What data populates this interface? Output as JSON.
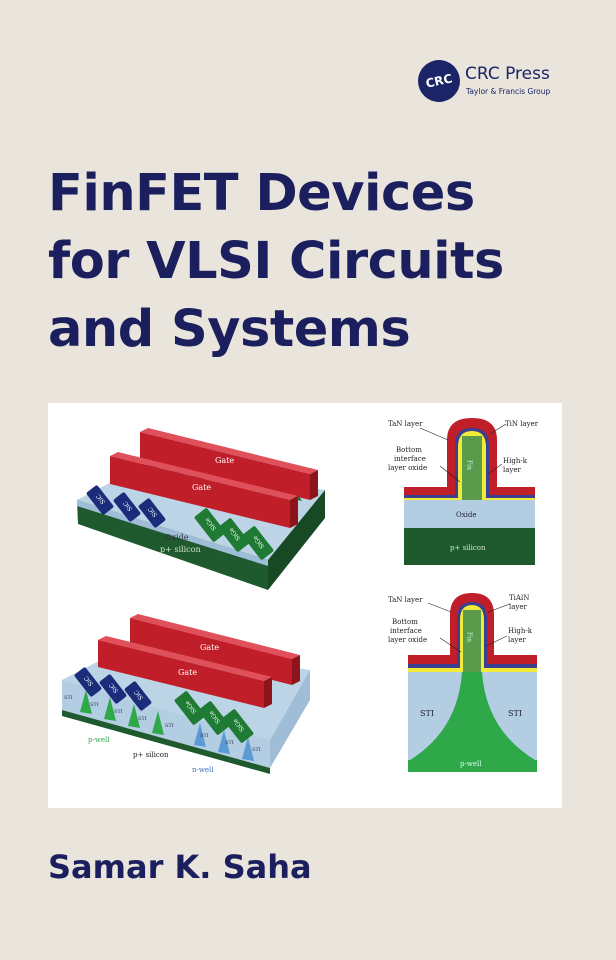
{
  "publisher": {
    "logo_mark": "CRC",
    "name": "CRC Press",
    "group": "Taylor & Francis Group"
  },
  "title": {
    "line1": "FinFET Devices",
    "line2": "for VLSI Circuits",
    "line3": "and Systems"
  },
  "author": "Samar K. Saha",
  "colors": {
    "background": "#e9e5dc",
    "title": "#1b1f5e",
    "gate_red": "#c01f2a",
    "oxide_blue": "#b3cde3",
    "silicon_green": "#1f5a2e",
    "well_green": "#2fa84a",
    "fin_blue": "#1b2c7a"
  },
  "illustration": {
    "soi_3d": {
      "gate_back": "Gate",
      "gate_front": "Gate",
      "source_drain_n": "SiC",
      "source_drain_p": "SiGe",
      "oxide": "Oxide",
      "substrate": "p+ silicon"
    },
    "bulk_3d": {
      "gate_back": "Gate",
      "gate_front": "Gate",
      "source_drain_n": "SiC",
      "source_drain_p": "SiGe",
      "isolation": "STI",
      "p_well": "p-well",
      "substrate": "p+ silicon",
      "n_well": "n-well"
    },
    "soi_section": {
      "tan": "TaN layer",
      "tin": "TiN layer",
      "bottom1": "Bottom",
      "bottom2": "interface",
      "bottom3": "layer oxide",
      "highk1": "High-k",
      "highk2": "layer",
      "fin": "Fin",
      "oxide": "Oxide",
      "substrate": "p+ silicon"
    },
    "bulk_section": {
      "tan": "TaN layer",
      "tialn1": "TiAlN",
      "tialn2": "layer",
      "bottom1": "Bottom",
      "bottom2": "interface",
      "bottom3": "layer oxide",
      "highk1": "High-k",
      "highk2": "layer",
      "fin": "Fin",
      "sti_left": "STI",
      "sti_right": "STI",
      "well": "p-well"
    }
  }
}
